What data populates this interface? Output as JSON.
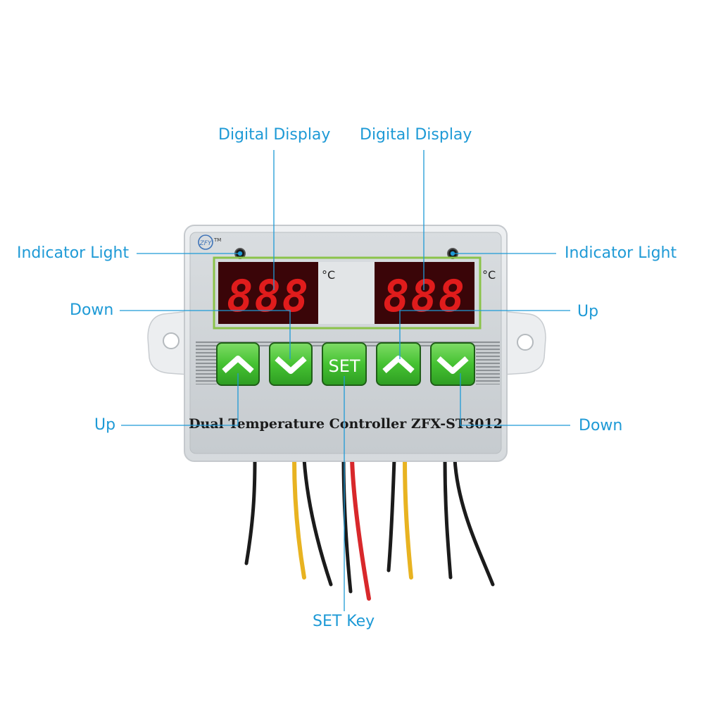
{
  "callouts": {
    "digital_display_left": "Digital Display",
    "digital_display_right": "Digital Display",
    "indicator_light_left": "Indicator Light",
    "indicator_light_right": "Indicator Light",
    "down_left": "Down",
    "up_right": "Up",
    "up_left": "Up",
    "down_right": "Down",
    "set_key": "SET Key"
  },
  "device": {
    "label": "Dual Temperature Controller ZFX-ST3012",
    "logo_text": "ZFY",
    "trademark": "TM",
    "unit_left": "°C",
    "unit_right": "°C",
    "display_left": "888",
    "display_right": "888",
    "set_button": "SET"
  },
  "colors": {
    "callout": "#1e9ad6",
    "button_green": "#4cc23a",
    "display_red": "#e01c1c",
    "display_bg": "#3a0508",
    "wire_yellow": "#e8b321",
    "wire_red": "#d8282b",
    "wire_black": "#1b1b1b"
  }
}
